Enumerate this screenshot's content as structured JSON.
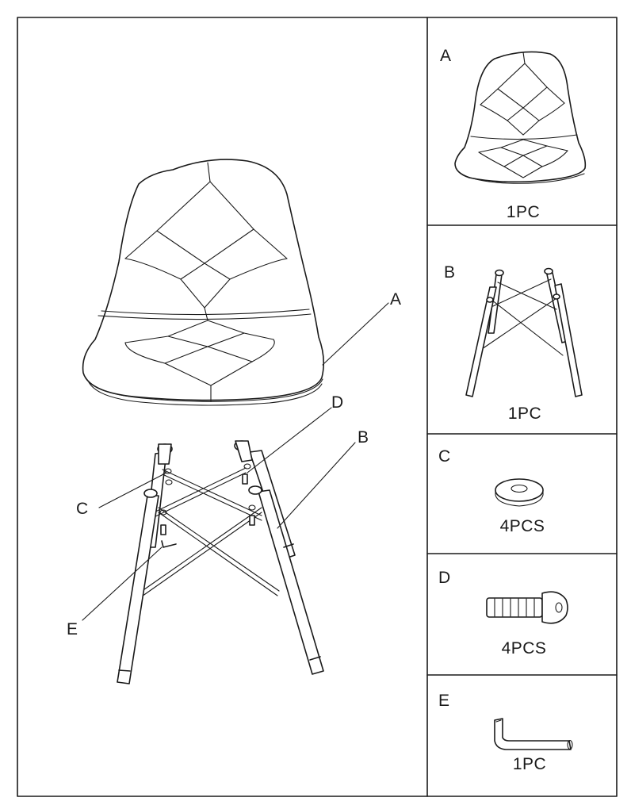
{
  "main": {
    "callouts": {
      "a": "A",
      "b": "B",
      "c": "C",
      "d": "D",
      "e": "E"
    }
  },
  "parts": [
    {
      "letter": "A",
      "qty": "1PC",
      "icon": "chair-seat-icon"
    },
    {
      "letter": "B",
      "qty": "1PC",
      "icon": "leg-base-icon"
    },
    {
      "letter": "C",
      "qty": "4PCS",
      "icon": "washer-icon"
    },
    {
      "letter": "D",
      "qty": "4PCS",
      "icon": "screw-icon"
    },
    {
      "letter": "E",
      "qty": "1PC",
      "icon": "allen-key-icon"
    }
  ]
}
